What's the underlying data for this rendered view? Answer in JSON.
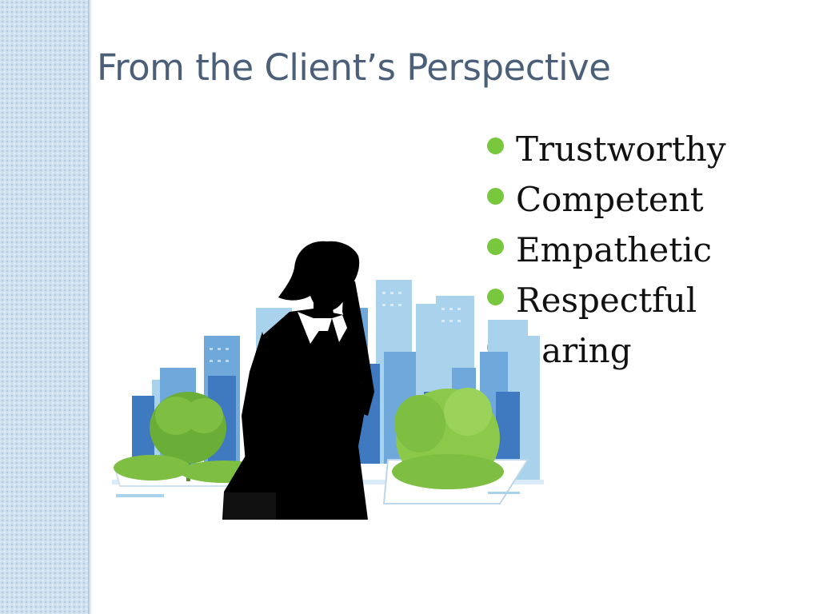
{
  "slide": {
    "title": "From the Client’s Perspective",
    "bullets": [
      {
        "label": "Trustworthy"
      },
      {
        "label": "Competent"
      },
      {
        "label": "Empathetic"
      },
      {
        "label": "Respectful"
      },
      {
        "label": "Caring"
      }
    ],
    "illustration": {
      "subject": "businesswoman-on-phone-silhouette",
      "background": "city-skyline-with-trees"
    }
  },
  "colors": {
    "title": "#4b5f78",
    "bullet_dot": "#78c73c",
    "bullet_text": "#111111",
    "band": "#cfe0ef",
    "skyline_light": "#a9d2ec",
    "skyline_mid": "#6fa9dc",
    "skyline_dark": "#3f79bf",
    "tree_green": "#7dbe43",
    "silhouette": "#000000"
  }
}
